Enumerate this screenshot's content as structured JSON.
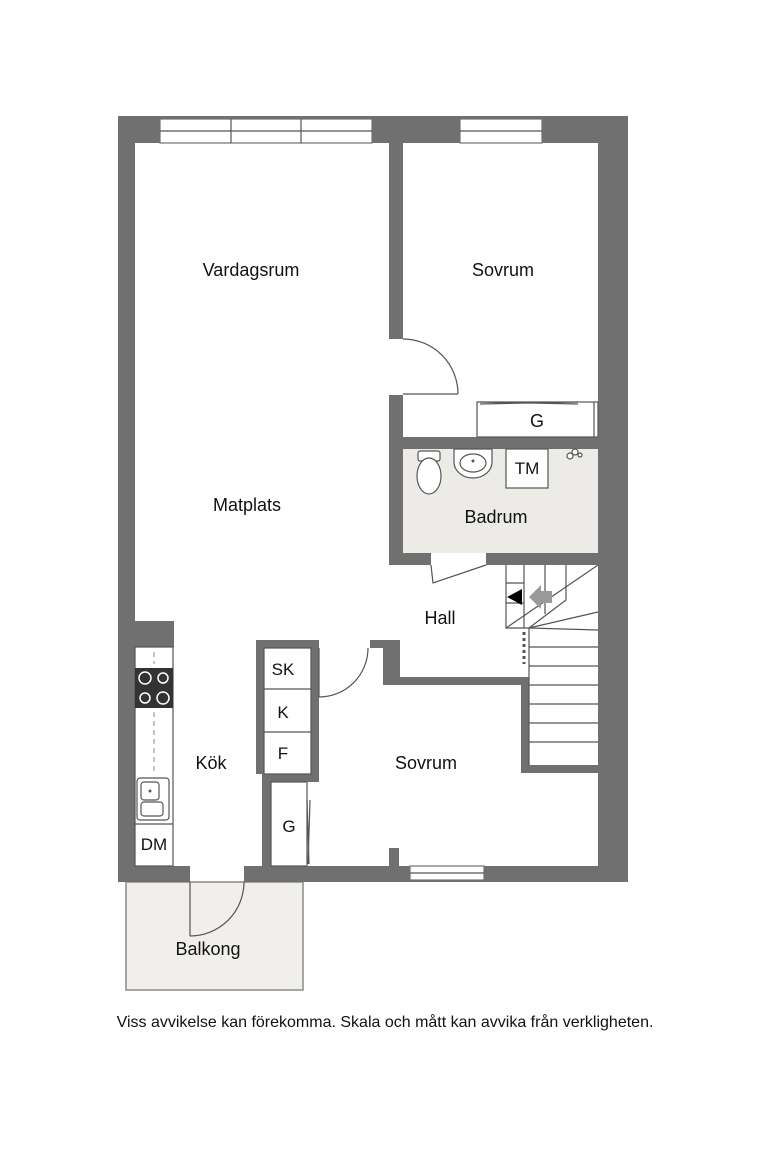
{
  "rooms": {
    "vardagsrum": "Vardagsrum",
    "sovrum_top": "Sovrum",
    "garderob_top": "G",
    "tm": "TM",
    "badrum": "Badrum",
    "matplats": "Matplats",
    "hall": "Hall",
    "sk": "SK",
    "k": "K",
    "f": "F",
    "kok": "Kök",
    "sovrum_bottom": "Sovrum",
    "garderob_bottom": "G",
    "dm": "DM",
    "balkong": "Balkong"
  },
  "disclaimer": "Viss avvikelse kan förekomma. Skala och mått kan avvika från verkligheten.",
  "colors": {
    "wall": "#707070",
    "bathroom_floor": "#ecebe7",
    "balcony_floor": "#f0efeb"
  }
}
